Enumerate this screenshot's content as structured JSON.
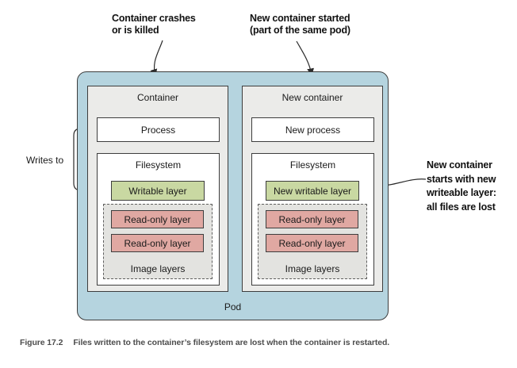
{
  "annotations": {
    "top_left": "Container crashes\nor is killed",
    "top_right": "New container started\n(part of the same pod)",
    "right_note": "New container\nstarts with new\nwriteable layer:\nall files are lost",
    "writes_to": "Writes to"
  },
  "pod": {
    "label": "Pod"
  },
  "containers": [
    {
      "title": "Container",
      "process": "Process",
      "filesystem": "Filesystem",
      "writable": "Writable layer",
      "readonly_layers": [
        "Read-only layer",
        "Read-only layer"
      ],
      "image_layers": "Image layers"
    },
    {
      "title": "New container",
      "process": "New process",
      "filesystem": "Filesystem",
      "writable": "New writable layer",
      "readonly_layers": [
        "Read-only layer",
        "Read-only layer"
      ],
      "image_layers": "Image layers"
    }
  ],
  "caption": {
    "figure": "Figure 17.2",
    "text": "Files written to the container’s filesystem are lost when the container is restarted."
  },
  "colors": {
    "pod_fill": "#b5d4df",
    "container_fill": "#ebebe9",
    "writable_fill": "#c9d8a2",
    "readonly_fill": "#e0a8a2",
    "image_layers_fill": "#e3e3e0",
    "line": "#2b2b2b",
    "caption_text": "#4d4d4d"
  }
}
